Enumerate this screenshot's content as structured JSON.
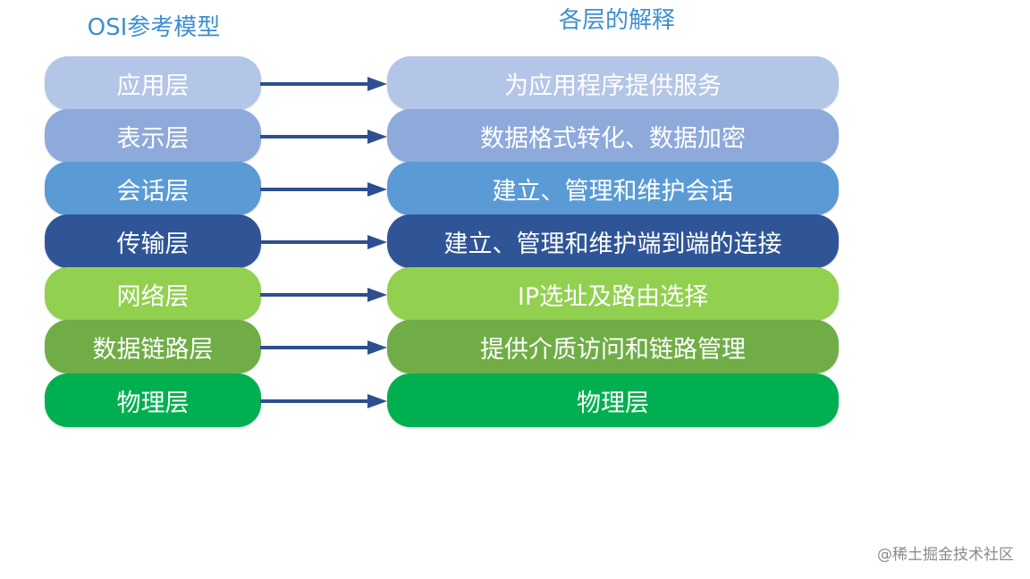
{
  "titles": {
    "left": "OSI参考模型",
    "right": "各层的解释"
  },
  "layers": [
    {
      "name": "应用层",
      "desc": "为应用程序提供服务",
      "color": "#b4c6e7"
    },
    {
      "name": "表示层",
      "desc": "数据格式转化、数据加密",
      "color": "#8eaadb"
    },
    {
      "name": "会话层",
      "desc": "建立、管理和维护会话",
      "color": "#5b9bd5"
    },
    {
      "name": "传输层",
      "desc": "建立、管理和维护端到端的连接",
      "color": "#2f5597"
    },
    {
      "name": "网络层",
      "desc": "IP选址及路由选择",
      "color": "#92d050"
    },
    {
      "name": "数据链路层",
      "desc": "提供介质访问和链路管理",
      "color": "#70ad47"
    },
    {
      "name": "物理层",
      "desc": "物理层",
      "color": "#00b050"
    }
  ],
  "arrow_color": "#2e4f8f",
  "watermark": "@稀土掘金技术社区"
}
